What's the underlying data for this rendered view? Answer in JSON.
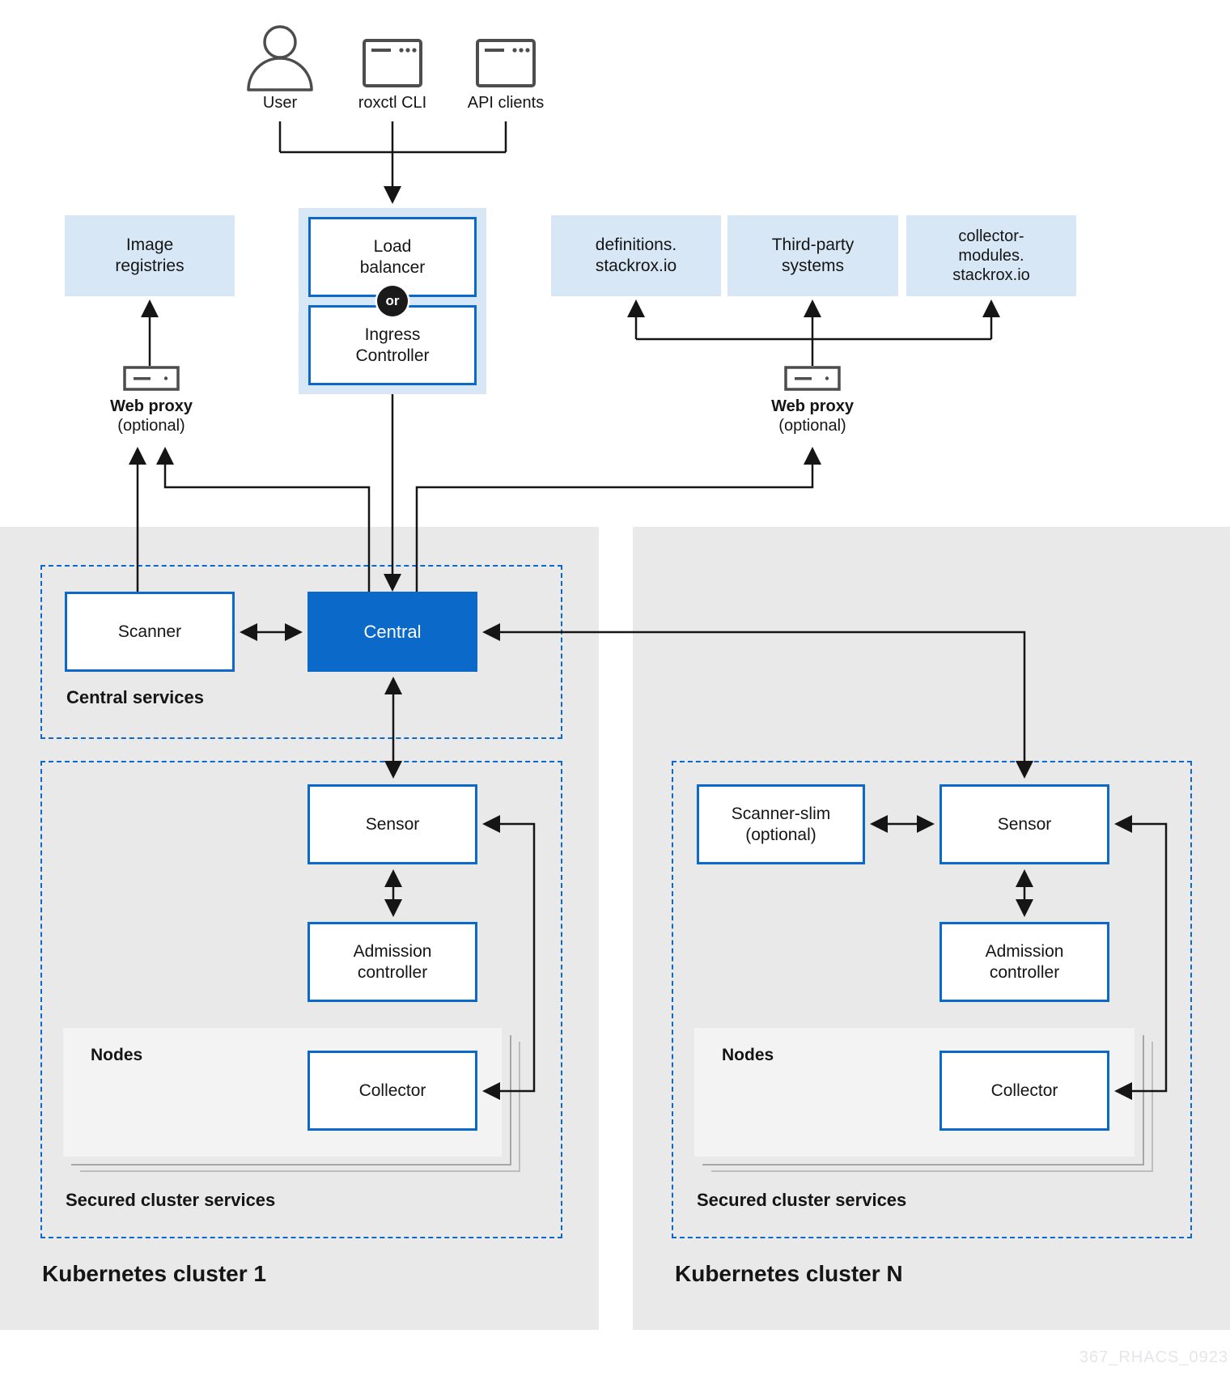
{
  "palette": {
    "blue": "#0B6AC9",
    "light_blue": "#D8E7F6",
    "panel_gray": "#E9E9E9",
    "nodes_gray": "#F3F3F3",
    "line_black": "#151515",
    "icon_gray": "#4D4D4D",
    "watermark_gray": "#E5E6E8"
  },
  "actors": {
    "user": "User",
    "roxctl": "roxctl CLI",
    "api": "API clients"
  },
  "entry": {
    "load_balancer": [
      "Load",
      "balancer"
    ],
    "or_label": "or",
    "ingress": [
      "Ingress",
      "Controller"
    ]
  },
  "external": {
    "image_registries": [
      "Image",
      "registries"
    ],
    "definitions": [
      "definitions.",
      "stackrox.io"
    ],
    "third_party": [
      "Third-party",
      "systems"
    ],
    "collector_modules": [
      "collector-",
      "modules.",
      "stackrox.io"
    ]
  },
  "web_proxy_left": {
    "title": "Web proxy",
    "subtitle": "(optional)"
  },
  "web_proxy_right": {
    "title": "Web proxy",
    "subtitle": "(optional)"
  },
  "central_services": {
    "label": "Central services",
    "scanner": "Scanner",
    "central": "Central"
  },
  "cluster1": {
    "title": "Kubernetes cluster 1",
    "secured_label": "Secured cluster services",
    "nodes_label": "Nodes",
    "sensor": "Sensor",
    "admission": [
      "Admission",
      "controller"
    ],
    "collector": "Collector"
  },
  "clusterN": {
    "title": "Kubernetes cluster N",
    "secured_label": "Secured cluster services",
    "nodes_label": "Nodes",
    "scanner_slim": [
      "Scanner-slim",
      "(optional)"
    ],
    "sensor": "Sensor",
    "admission": [
      "Admission",
      "controller"
    ],
    "collector": "Collector"
  },
  "watermark": "367_RHACS_0923"
}
